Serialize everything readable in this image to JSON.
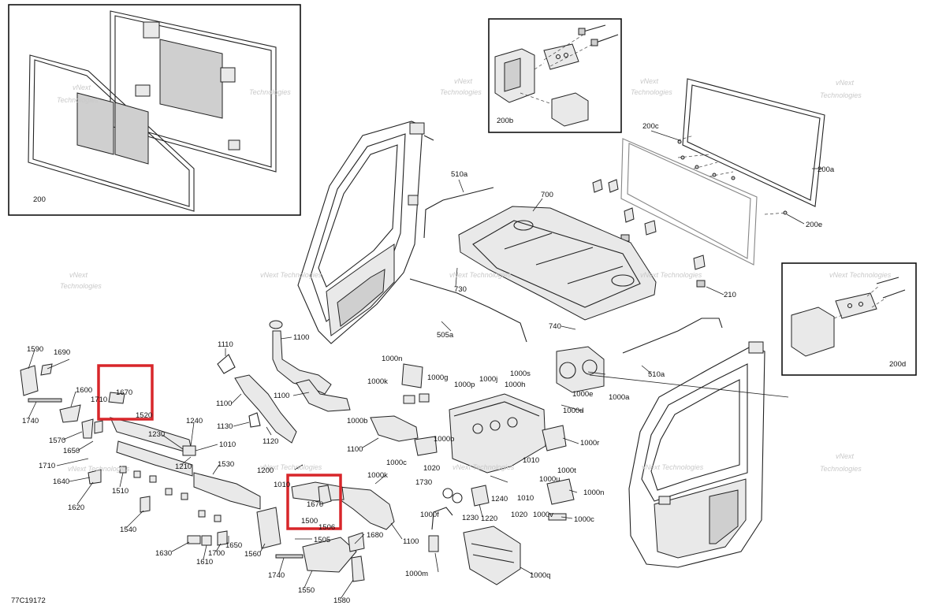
{
  "diagram_code": "77C19172",
  "watermark": {
    "line1": "vNext",
    "line2": "Technologies",
    "combined": "vNext Technologies"
  },
  "highlight_color": "#d8262a",
  "insets": [
    {
      "id": "inset-200",
      "label": "200"
    },
    {
      "id": "inset-200b",
      "label": "200b"
    },
    {
      "id": "inset-200d",
      "label": "200d"
    }
  ],
  "callouts": {
    "c510a_top": "510a",
    "c700": "700",
    "c200c": "200c",
    "c200a": "200a",
    "c200e": "200e",
    "c730": "730",
    "c210": "210",
    "c505a": "505a",
    "c740": "740",
    "c510a_right": "510a",
    "c1100_a": "1100",
    "c1110": "1110",
    "c1100_b": "1100",
    "c1100_c": "1100",
    "c1120": "1120",
    "c1130": "1130",
    "c1100_d": "1100",
    "c1100_e": "1100",
    "c1000n_a": "1000n",
    "c1000k_a": "1000k",
    "c1000g": "1000g",
    "c1000b": "1000b",
    "c1000p": "1000p",
    "c1000j": "1000j",
    "c1000s": "1000s",
    "c1000h": "1000h",
    "c1000e": "1000e",
    "c1000a": "1000a",
    "c1000d": "1000d",
    "c1000r": "1000r",
    "c1000b_2": "1000b",
    "c1000c": "1000c",
    "c1010_a": "1010",
    "c1000t": "1000t",
    "c1000u": "1000u",
    "c1000n_b": "1000n",
    "c1000k_b": "1000k",
    "c1730": "1730",
    "c1020_a": "1020",
    "c1240_b": "1240",
    "c1010_b": "1010",
    "c1000f": "1000f",
    "c1230_b": "1230",
    "c1220": "1220",
    "c1020_b": "1020",
    "c1000v": "1000v",
    "c1000c_b": "1000c",
    "c1000m": "1000m",
    "c1000q": "1000q",
    "c1590": "1590",
    "c1690": "1690",
    "c1600": "1600",
    "c1670_a": "1670",
    "c1710_a": "1710",
    "c1520": "1520",
    "c1740_a": "1740",
    "c1570": "1570",
    "c1650_a": "1650",
    "c1230": "1230",
    "c1240": "1240",
    "c1010_c": "1010",
    "c1710_b": "1710",
    "c1640": "1640",
    "c1510": "1510",
    "c1210": "1210",
    "c1530": "1530",
    "c1620": "1620",
    "c1200": "1200",
    "c1010_d": "1010",
    "c1670_b": "1670",
    "c1500": "1500",
    "c1506": "1506",
    "c1540": "1540",
    "c1680": "1680",
    "c1505": "1505",
    "c1650_b": "1650",
    "c1560": "1560",
    "c1630": "1630",
    "c1700": "1700",
    "c1610": "1610",
    "c1740_b": "1740",
    "c1550": "1550",
    "c1580": "1580"
  }
}
